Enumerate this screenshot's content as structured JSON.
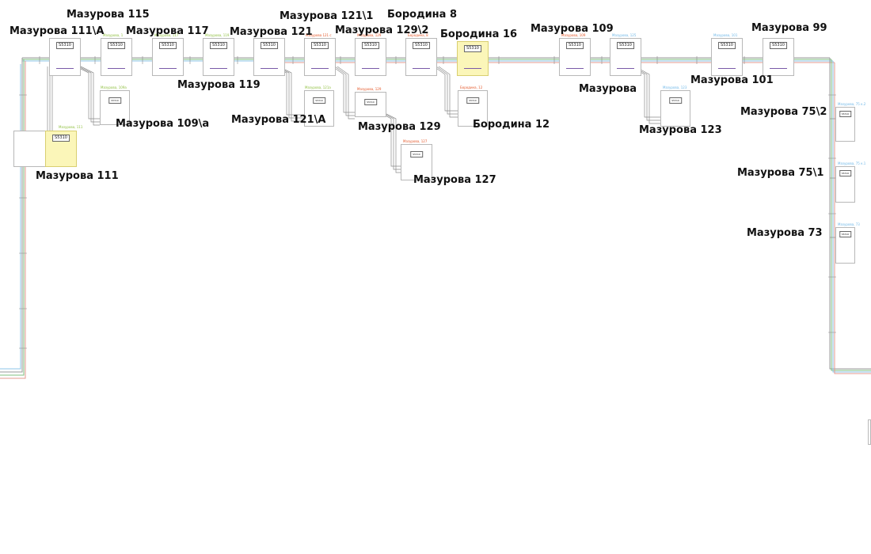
{
  "diagram": {
    "labels": {
      "m111a": "Мазурова 111\\А",
      "m115": "Мазурова 115",
      "m117": "Мазурова 117",
      "m119": "Мазурова 119",
      "m121": "Мазурова 121",
      "m121_1": "Мазурова 121\\1",
      "m129_2": "Мазурова 129\\2",
      "b8": "Бородина 8",
      "b16": "Бородина 16",
      "m109": "Мазурова 109",
      "m99": "Мазурова 99",
      "m101": "Мазурова 101",
      "maz": "Мазурова",
      "m109a": "Мазурова 109\\а",
      "m121A": "Мазурова 121\\А",
      "m129": "Мазурова 129",
      "b12": "Бородина 12",
      "m123": "Мазурова 123",
      "m111": "Мазурова 111",
      "m127": "Мазурова 127",
      "m75_2": "Мазурова 75\\2",
      "m75_1": "Мазурова 75\\1",
      "m73": "Мазурова 73"
    },
    "switch_model": "S5310",
    "node_tags": {
      "n115": "Мазурова, 1",
      "n117": "Мазурова, 117",
      "n119": "Мазурова, 119",
      "n121_1": "Мазурова 121 с",
      "n129_2": "Мазурова, 129",
      "nb8": "Бородина, 8",
      "n109": "Мазурова, 109",
      "nmaz": "Мазурова, 125",
      "n101": "Мазурова, 101",
      "n109a": "Мазурова, 109а",
      "n121A": "Мазурова, 121а",
      "n129": "Мазурова, 129",
      "nb12": "Бородина, 12",
      "n123": "Мазурова, 123",
      "n111": "Мазурова, 111",
      "n127": "Мазурова, 127",
      "n75_2": "Мазурова, 75 к.2",
      "n75_1": "Мазурова, 75 к.1",
      "n73": "Мазурова, 73"
    },
    "colors": {
      "cable_green": "#7fbf7f",
      "cable_red": "#e39a8f",
      "cable_blue": "#8ec6e8",
      "cable_gray": "#9a9a9a",
      "highlight": "#fbf6b9",
      "tag_green": "#8fbf3f",
      "tag_orange": "#e5582a",
      "tag_blue": "#6fb8e8"
    }
  }
}
